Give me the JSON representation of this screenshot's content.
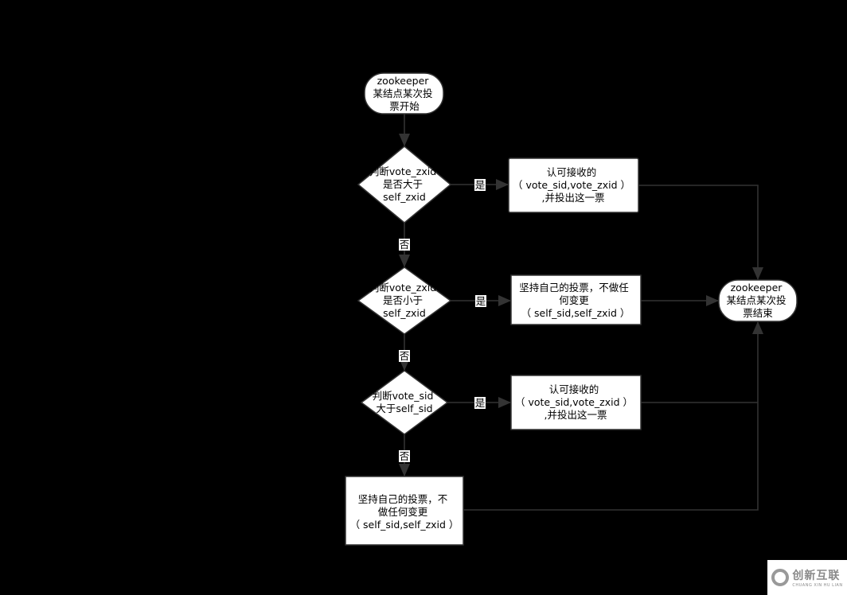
{
  "start": {
    "lines": [
      "zookeeper",
      "某结点某次投",
      "票开始"
    ]
  },
  "end": {
    "lines": [
      "zookeeper",
      "某结点某次投",
      "票结束"
    ]
  },
  "decisions": [
    {
      "lines": [
        "判断vote_zxid",
        "是否大于",
        "self_zxid"
      ],
      "yes": "是",
      "no": "否"
    },
    {
      "lines": [
        "判断vote_zxid",
        "是否小于",
        "self_zxid"
      ],
      "yes": "是",
      "no": "否"
    },
    {
      "lines": [
        "判断vote_sid",
        "大于self_sid"
      ],
      "yes": "是",
      "no": "否"
    }
  ],
  "actions": [
    {
      "lines": [
        "认可接收的",
        "（ vote_sid,vote_zxid ）",
        ",并投出这一票"
      ]
    },
    {
      "lines": [
        "坚持自己的投票，不做任",
        "何变更",
        "（ self_sid,self_zxid ）"
      ]
    },
    {
      "lines": [
        "认可接收的",
        "（ vote_sid,vote_zxid ）",
        ",并投出这一票"
      ]
    },
    {
      "lines": [
        "坚持自己的投票，不",
        "做任何变更",
        "（ self_sid,self_zxid ）"
      ]
    }
  ],
  "watermark": {
    "cn": "创新互联",
    "en": "CHUANG XIN HU LIAN"
  }
}
